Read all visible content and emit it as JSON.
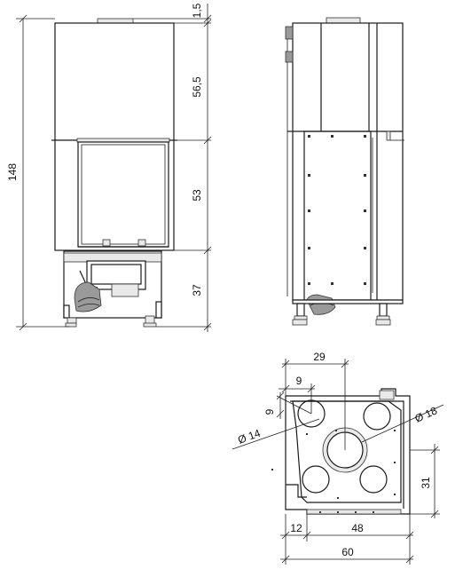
{
  "front_view": {
    "dimensions": {
      "total_height": "148",
      "top_gap": "1,5",
      "upper_section": "56,5",
      "door_section": "53",
      "base_section": "37"
    }
  },
  "plan_view": {
    "dimensions": {
      "width_29": "29",
      "offset_9_horizontal": "9",
      "offset_9_vertical": "9",
      "hole_diameter_small": "Ø 14",
      "hole_diameter_large": "Ø 18",
      "depth_31": "31",
      "margin_12": "12",
      "width_48": "48",
      "total_width": "60"
    }
  },
  "colors": {
    "line": "#1a1a1a",
    "fill_light": "#e9e9e9",
    "fill_dark": "#9a9a9a"
  }
}
